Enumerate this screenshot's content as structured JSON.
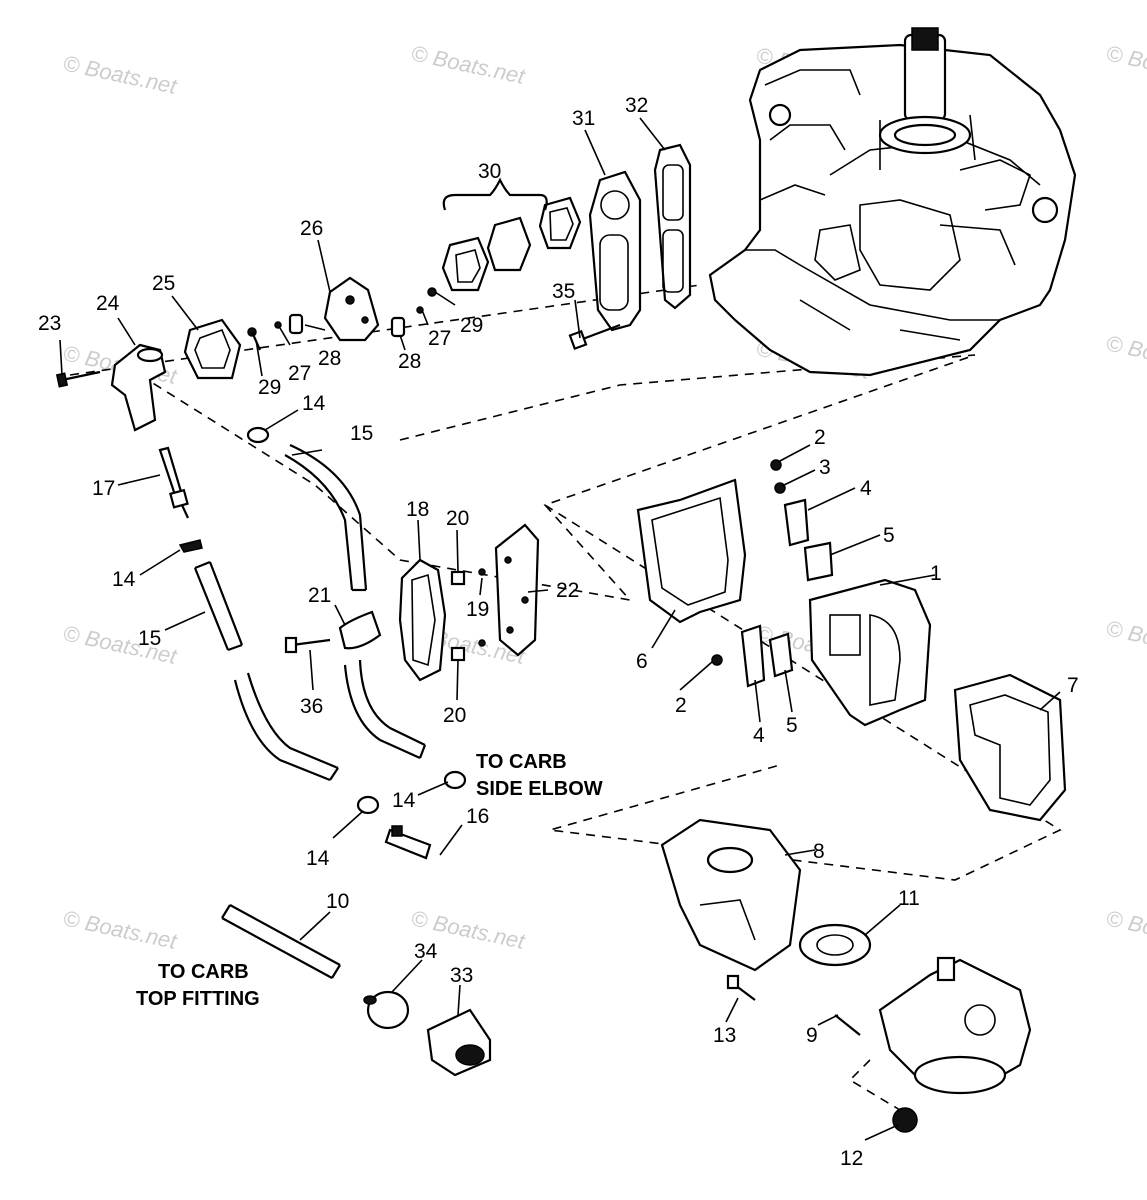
{
  "diagram": {
    "watermarks": [
      "© Boats.net",
      "© Boats.net",
      "© Boats.net",
      "© Boats.net",
      "© Boats.net",
      "© Boats.net",
      "© Boats.net",
      "© Boats.net",
      "© Boats.net",
      "© Boats.net",
      "© Boats.net",
      "© Boats.net",
      "© Boats.net",
      "© Boats.net"
    ],
    "notes": {
      "to_carb_side_elbow_line1": "TO CARB",
      "to_carb_side_elbow_line2": "SIDE ELBOW",
      "to_carb_top_fitting_line1": "TO CARB",
      "to_carb_top_fitting_line2": "TOP FITTING"
    },
    "callouts": [
      "23",
      "24",
      "25",
      "29",
      "27",
      "28",
      "26",
      "28",
      "27",
      "29",
      "30",
      "31",
      "32",
      "35",
      "14",
      "15",
      "17",
      "14",
      "15",
      "18",
      "20",
      "21",
      "19",
      "22",
      "20",
      "36",
      "14",
      "14",
      "16",
      "2",
      "3",
      "4",
      "5",
      "1",
      "6",
      "2",
      "4",
      "5",
      "7",
      "8",
      "11",
      "13",
      "9",
      "12",
      "10",
      "34",
      "33"
    ]
  }
}
